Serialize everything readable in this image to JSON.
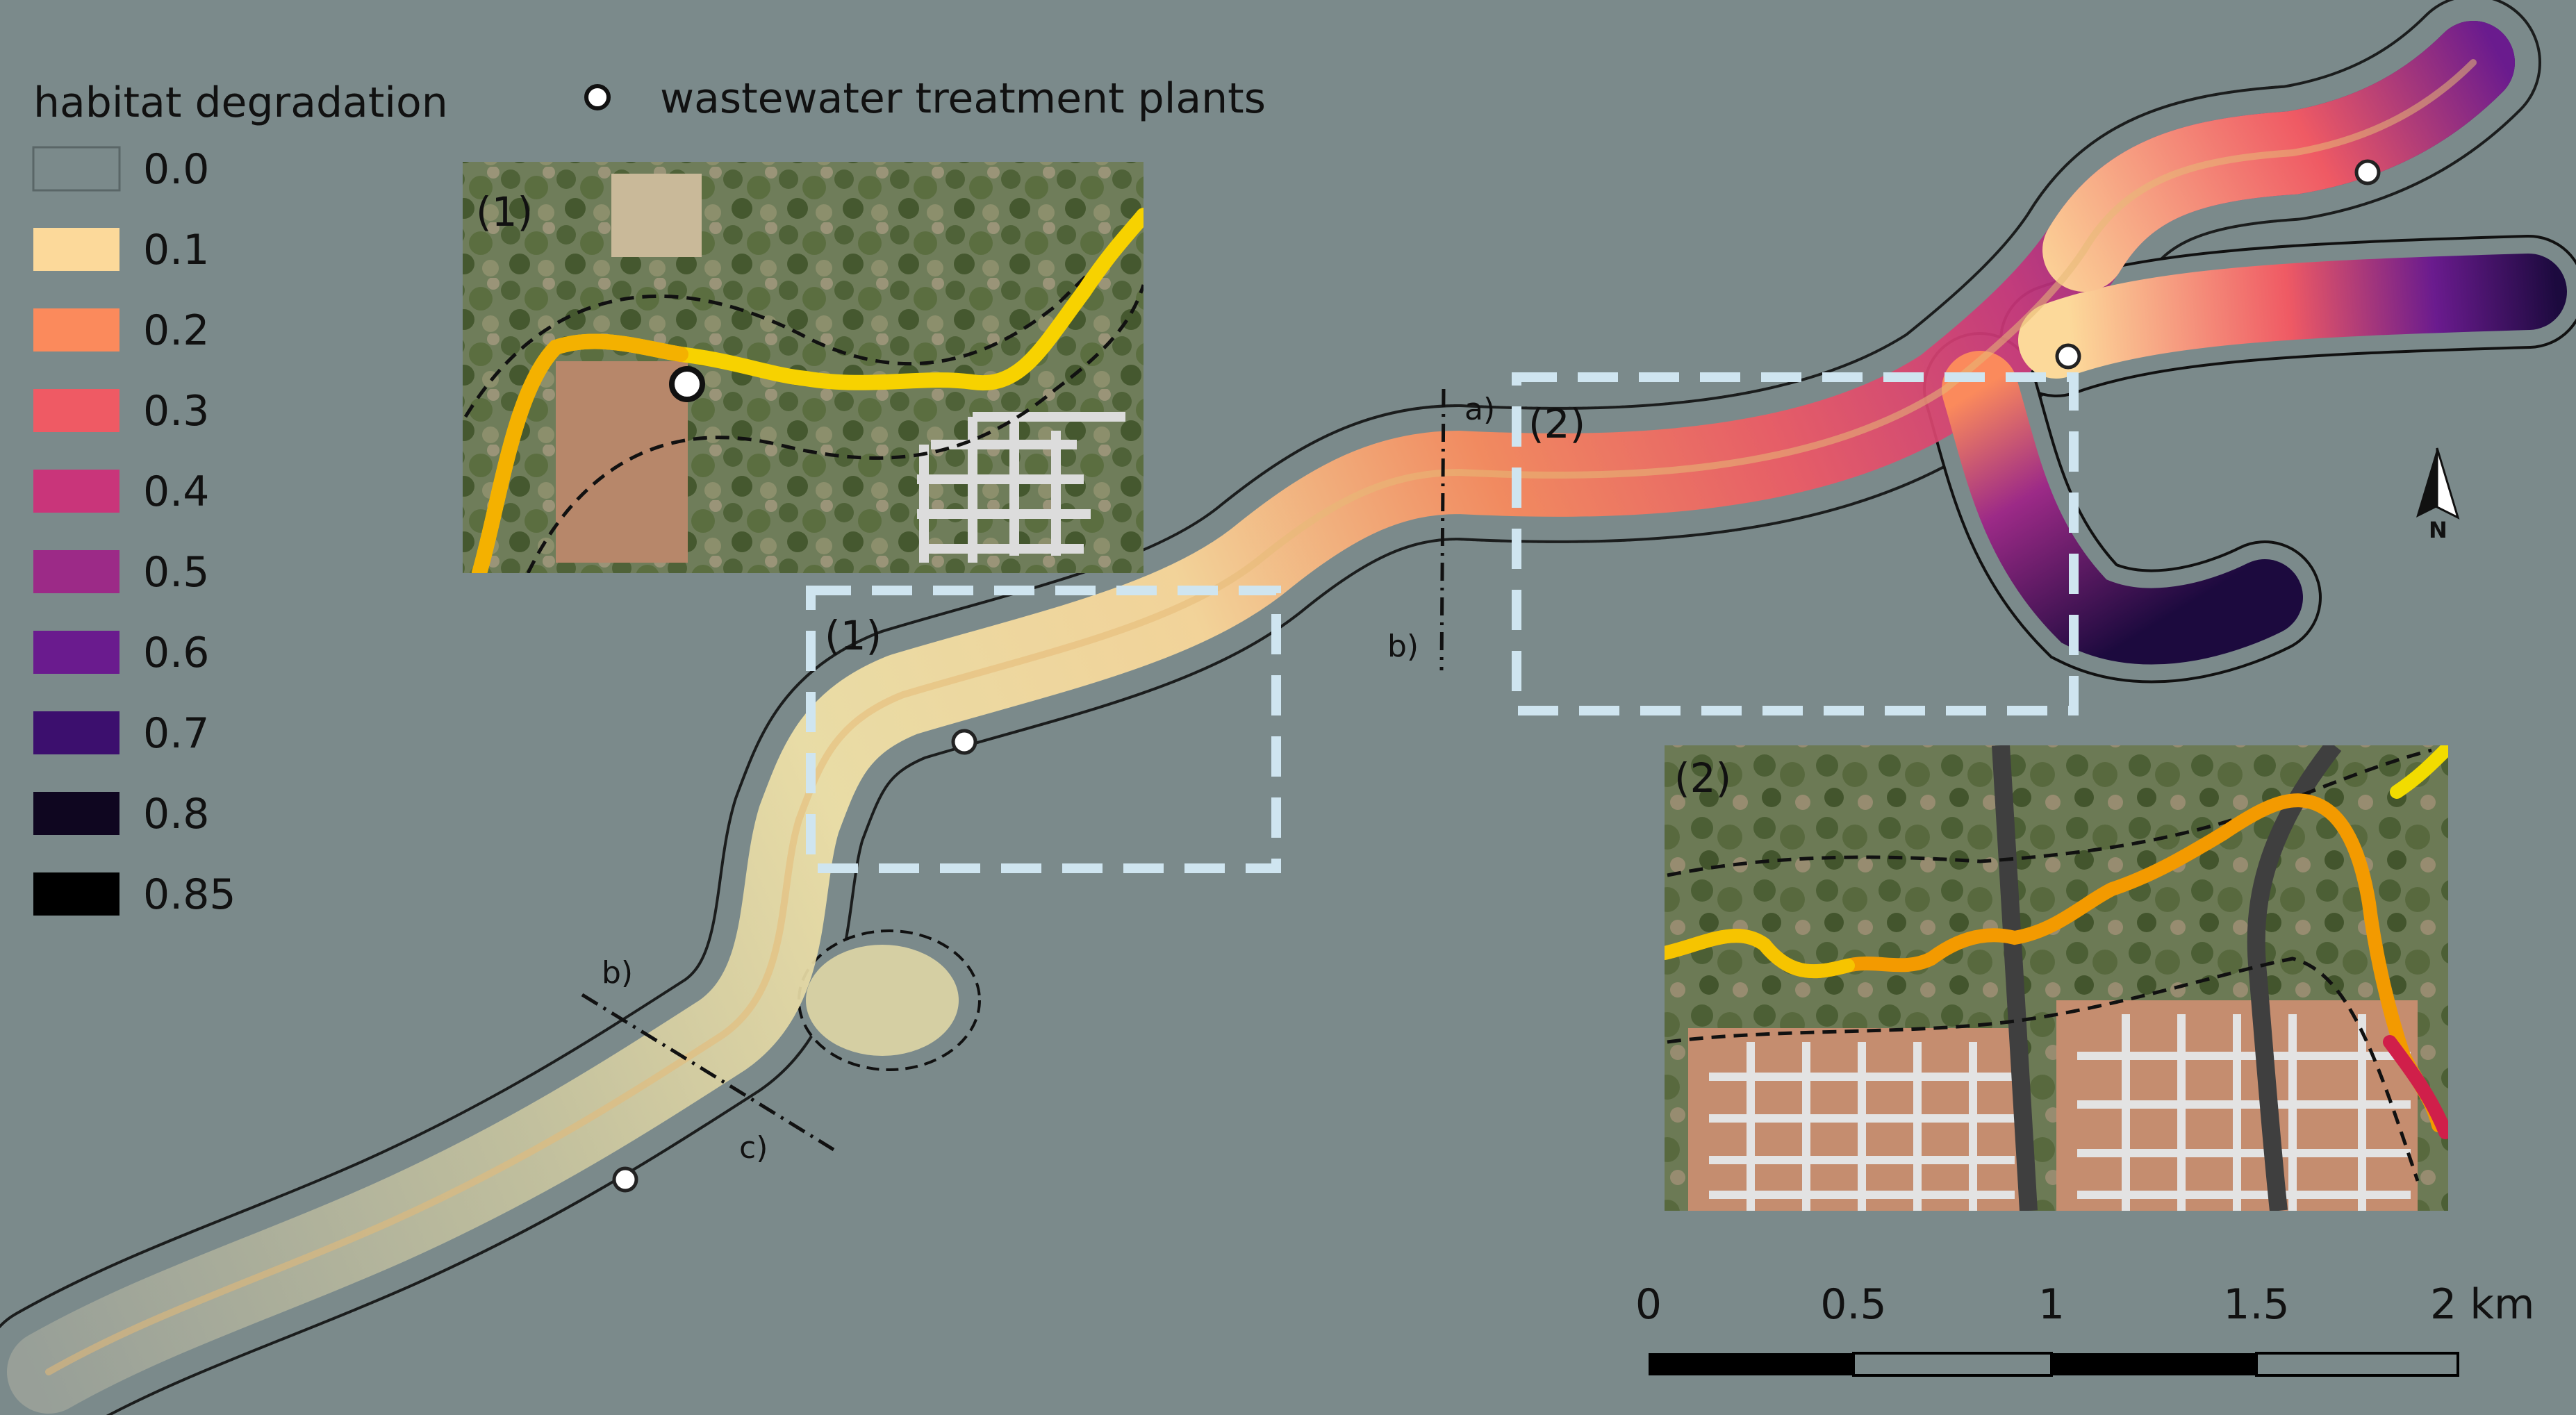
{
  "legend": {
    "title": "habitat degradation",
    "items": [
      {
        "label": "0.0",
        "color": "#7b8a8b"
      },
      {
        "label": "0.1",
        "color": "#fcd99a"
      },
      {
        "label": "0.2",
        "color": "#fb8a5c"
      },
      {
        "label": "0.3",
        "color": "#ef5a64"
      },
      {
        "label": "0.4",
        "color": "#c9357a"
      },
      {
        "label": "0.5",
        "color": "#9c2a87"
      },
      {
        "label": "0.6",
        "color": "#6a1b8e"
      },
      {
        "label": "0.7",
        "color": "#3c0f6e"
      },
      {
        "label": "0.8",
        "color": "#0f0620"
      },
      {
        "label": "0.85",
        "color": "#000000"
      }
    ]
  },
  "wwtp_label": "wastewater treatment plants",
  "labels": {
    "inset1": "(1)",
    "inset2": "(2)",
    "box1": "(1)",
    "box2": "(2)",
    "sec_a_top": "a)",
    "sec_b_top": "b)",
    "sec_b_bottom": "b)",
    "sec_c_bottom": "c)"
  },
  "north_label": "N",
  "scale_bar": {
    "ticks": [
      "0",
      "0.5",
      "1",
      "1.5",
      "2 km"
    ],
    "units": "km"
  },
  "colors": {
    "background": "#7b8a8b",
    "box_outline": "#cfe5f0",
    "buffer_outline": "#000000",
    "river_inset1": "#f7d200",
    "river_inset2": "#f2a100"
  }
}
